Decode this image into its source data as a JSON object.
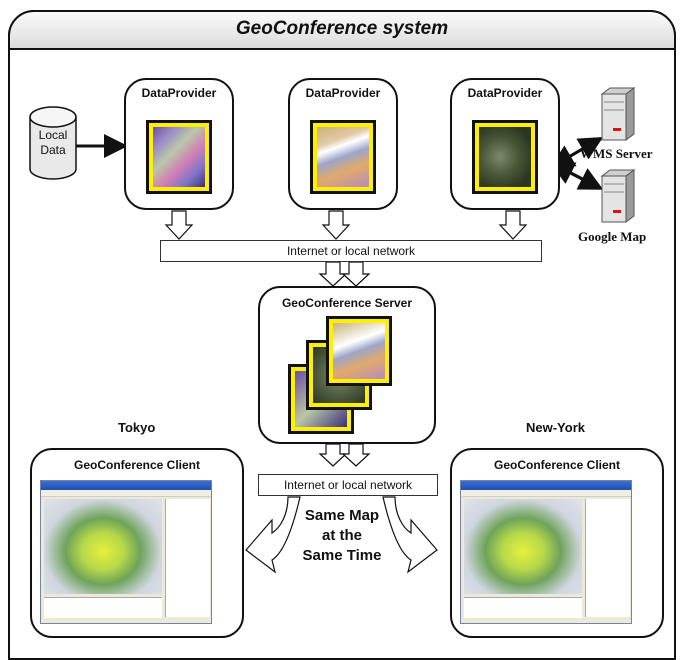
{
  "title": "GeoConference system",
  "local_data": {
    "line1": "Local",
    "line2": "Data"
  },
  "providers": [
    {
      "label": "DataProvider"
    },
    {
      "label": "DataProvider"
    },
    {
      "label": "DataProvider"
    }
  ],
  "servers": {
    "wms": "WMS Server",
    "google": "Google Map"
  },
  "network_top": "Internet or local network",
  "network_bottom": "Internet or local network",
  "geo_server": "GeoConference Server",
  "locations": {
    "left": "Tokyo",
    "right": "New-York"
  },
  "clients": [
    {
      "label": "GeoConference Client"
    },
    {
      "label": "GeoConference Client"
    }
  ],
  "sync_text": {
    "line1": "Same Map",
    "line2": "at the",
    "line3": "Same Time"
  },
  "colors": {
    "thumb_frame": "#ffef00",
    "server_red": "#e01010"
  }
}
